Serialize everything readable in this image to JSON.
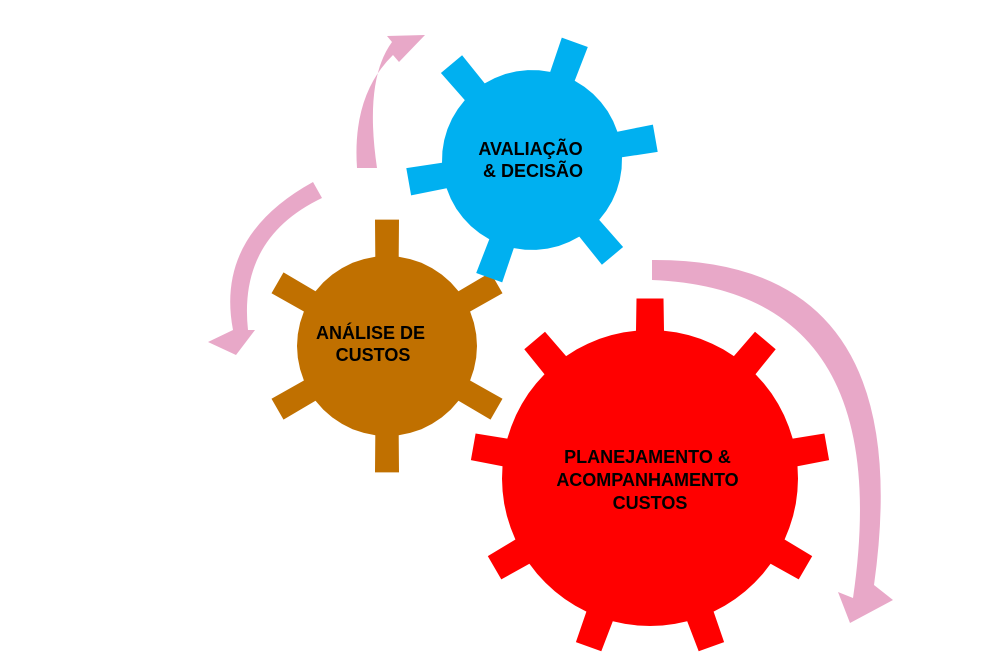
{
  "diagram": {
    "colors": {
      "gear_blue": "#00B0F0",
      "gear_brown": "#C07000",
      "gear_red": "#FF0000",
      "arrow_pink": "#E8A8C8",
      "text": "#000000"
    },
    "gears": [
      {
        "id": "avaliacao",
        "color_key": "gear_blue",
        "lines": [
          "AVALIAÇÃO",
          "& DECISÃO"
        ]
      },
      {
        "id": "analise",
        "color_key": "gear_brown",
        "lines": [
          "ANÁLISE DE",
          "CUSTOS"
        ]
      },
      {
        "id": "planejamento",
        "color_key": "gear_red",
        "lines": [
          "PLANEJAMENTO &",
          "ACOMPANHAMENTO",
          "CUSTOS"
        ]
      }
    ],
    "arrows": [
      {
        "id": "arrow-to-avaliacao",
        "color_key": "arrow_pink",
        "direction": "up"
      },
      {
        "id": "arrow-to-analise",
        "color_key": "arrow_pink",
        "direction": "down-left"
      },
      {
        "id": "arrow-to-planejamento",
        "color_key": "arrow_pink",
        "direction": "down-left"
      }
    ]
  }
}
